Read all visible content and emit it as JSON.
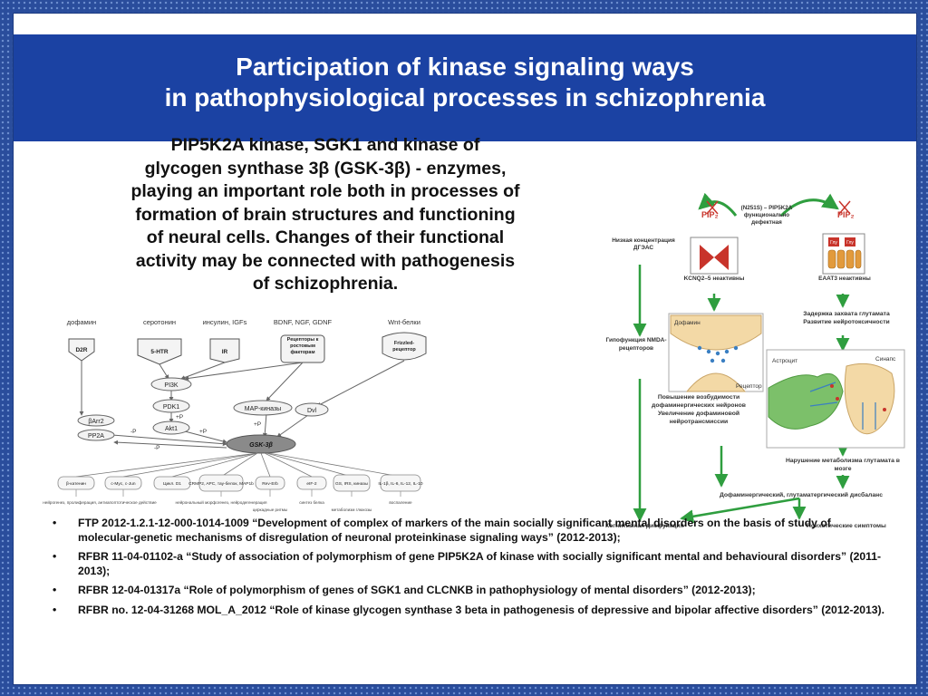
{
  "title": {
    "line1": "Participation of kinase signaling ways",
    "line2": "in pathophysiological processes in schizophrenia"
  },
  "intro_lines": [
    "PIP5K2A kinase, SGK1 and kinase of",
    "glycogen synthase 3β (GSK-3β) - enzymes,",
    "playing an important role both in processes of",
    "formation of brain structures and functioning",
    "of neural cells. Changes of their functional",
    "activity may be connected with pathogenesis",
    "of schizophrenia."
  ],
  "left_diagram": {
    "inputs": [
      "дофамин",
      "серотонин",
      "инсулин, IGFs",
      "BDNF, NGF, GDNF",
      "Wnt-белки"
    ],
    "receptors": [
      "D2R",
      "5-HTR",
      "IR",
      "Рецепторы к ростовым факторам",
      "Frizzled-рецептор"
    ],
    "nodes": {
      "pi3k": "PI3K",
      "pdk1": "PDK1",
      "akt1": "Akt1",
      "mapk": "MAP-киназы",
      "dvl": "Dvl",
      "barr2": "βArr2",
      "pp2a": "PP2A",
      "gsk": "GSK-3β"
    },
    "signs": {
      "p": "+P",
      "m": "-P"
    },
    "targets": [
      "β-катенин",
      "c-Myc, c-Jun",
      "Цикл. D1",
      "CRMP2, APC, тау-белок, MAP1b",
      "Rev-Erb",
      "eIF-2",
      "GS, IRS, киназы",
      "IL-1β, IL-6, IL-12, IL-10"
    ],
    "outcomes": [
      "нейрогенез, пролиферация, антиапоптотическое действие",
      "нейрональный морфогенез, нейродегенерация",
      "циркадные ритмы",
      "синтез белка",
      "метаболизм глюкозы",
      "воспаление"
    ]
  },
  "right_diagram": {
    "pip2_left": "PIP₂",
    "pip2_right": "PIP₂",
    "mutation": "(N251S) – PIP5K2A функционально дефектная",
    "low_conc": "Низкая концентрация ДГЭАС",
    "kcnq": "KCNQ2–5 неактивны",
    "eaat3": "EAAT3 неактивны",
    "glu": "Глу",
    "delay": "Задержка захвата глутамата Развитие нейротоксичности",
    "dopamine": "Дофамин",
    "receptor": "Рецептор",
    "hypo": "Гипофункция NMDA-рецепторов",
    "astro": "Астроцит",
    "synapse": "Синапс",
    "increase": "Повышение возбудимости дофаминергических нейронов",
    "dopa_up": "Увеличение дофаминовой нейротрансмиссии",
    "metab": "Нарушение метаболизма глутамата в мозге",
    "imbalance": "Дофаминергический, глутаматергический дисбаланс",
    "cognitive": "Когнитивная дисфункция",
    "psychotic": "Психотические симптомы"
  },
  "refs": [
    "FTP 2012-1.2.1-12-000-1014-1009 “Development of complex of markers of the main socially significant mental disorders on the basis of study of molecular-genetic mechanisms of disregulation of neuronal proteinkinase signaling ways” (2012-2013);",
    "RFBR 11-04-01102-а “Study of association of polymorphism of gene PIP5K2A of kinase with socially significant mental and behavioural disorders” (2011-2013);",
    "RFBR 12-04-01317а “Role of polymorphism of genes of SGK1 and CLCNKB in pathophysiology of mental disorders” (2012-2013);",
    "RFBR no. 12-04-31268 MOL_A_2012 “Role of kinase glycogen synthase 3 beta in pathogenesis of depressive and bipolar affective disorders” (2012-2013)."
  ],
  "bullet": "•",
  "colors": {
    "background": "#2a4d9c",
    "title_band": "#1b42a3",
    "arrow_green": "#2f9e3f",
    "receptor_red": "#c8342b",
    "eaat_orange": "#e29a3c"
  }
}
